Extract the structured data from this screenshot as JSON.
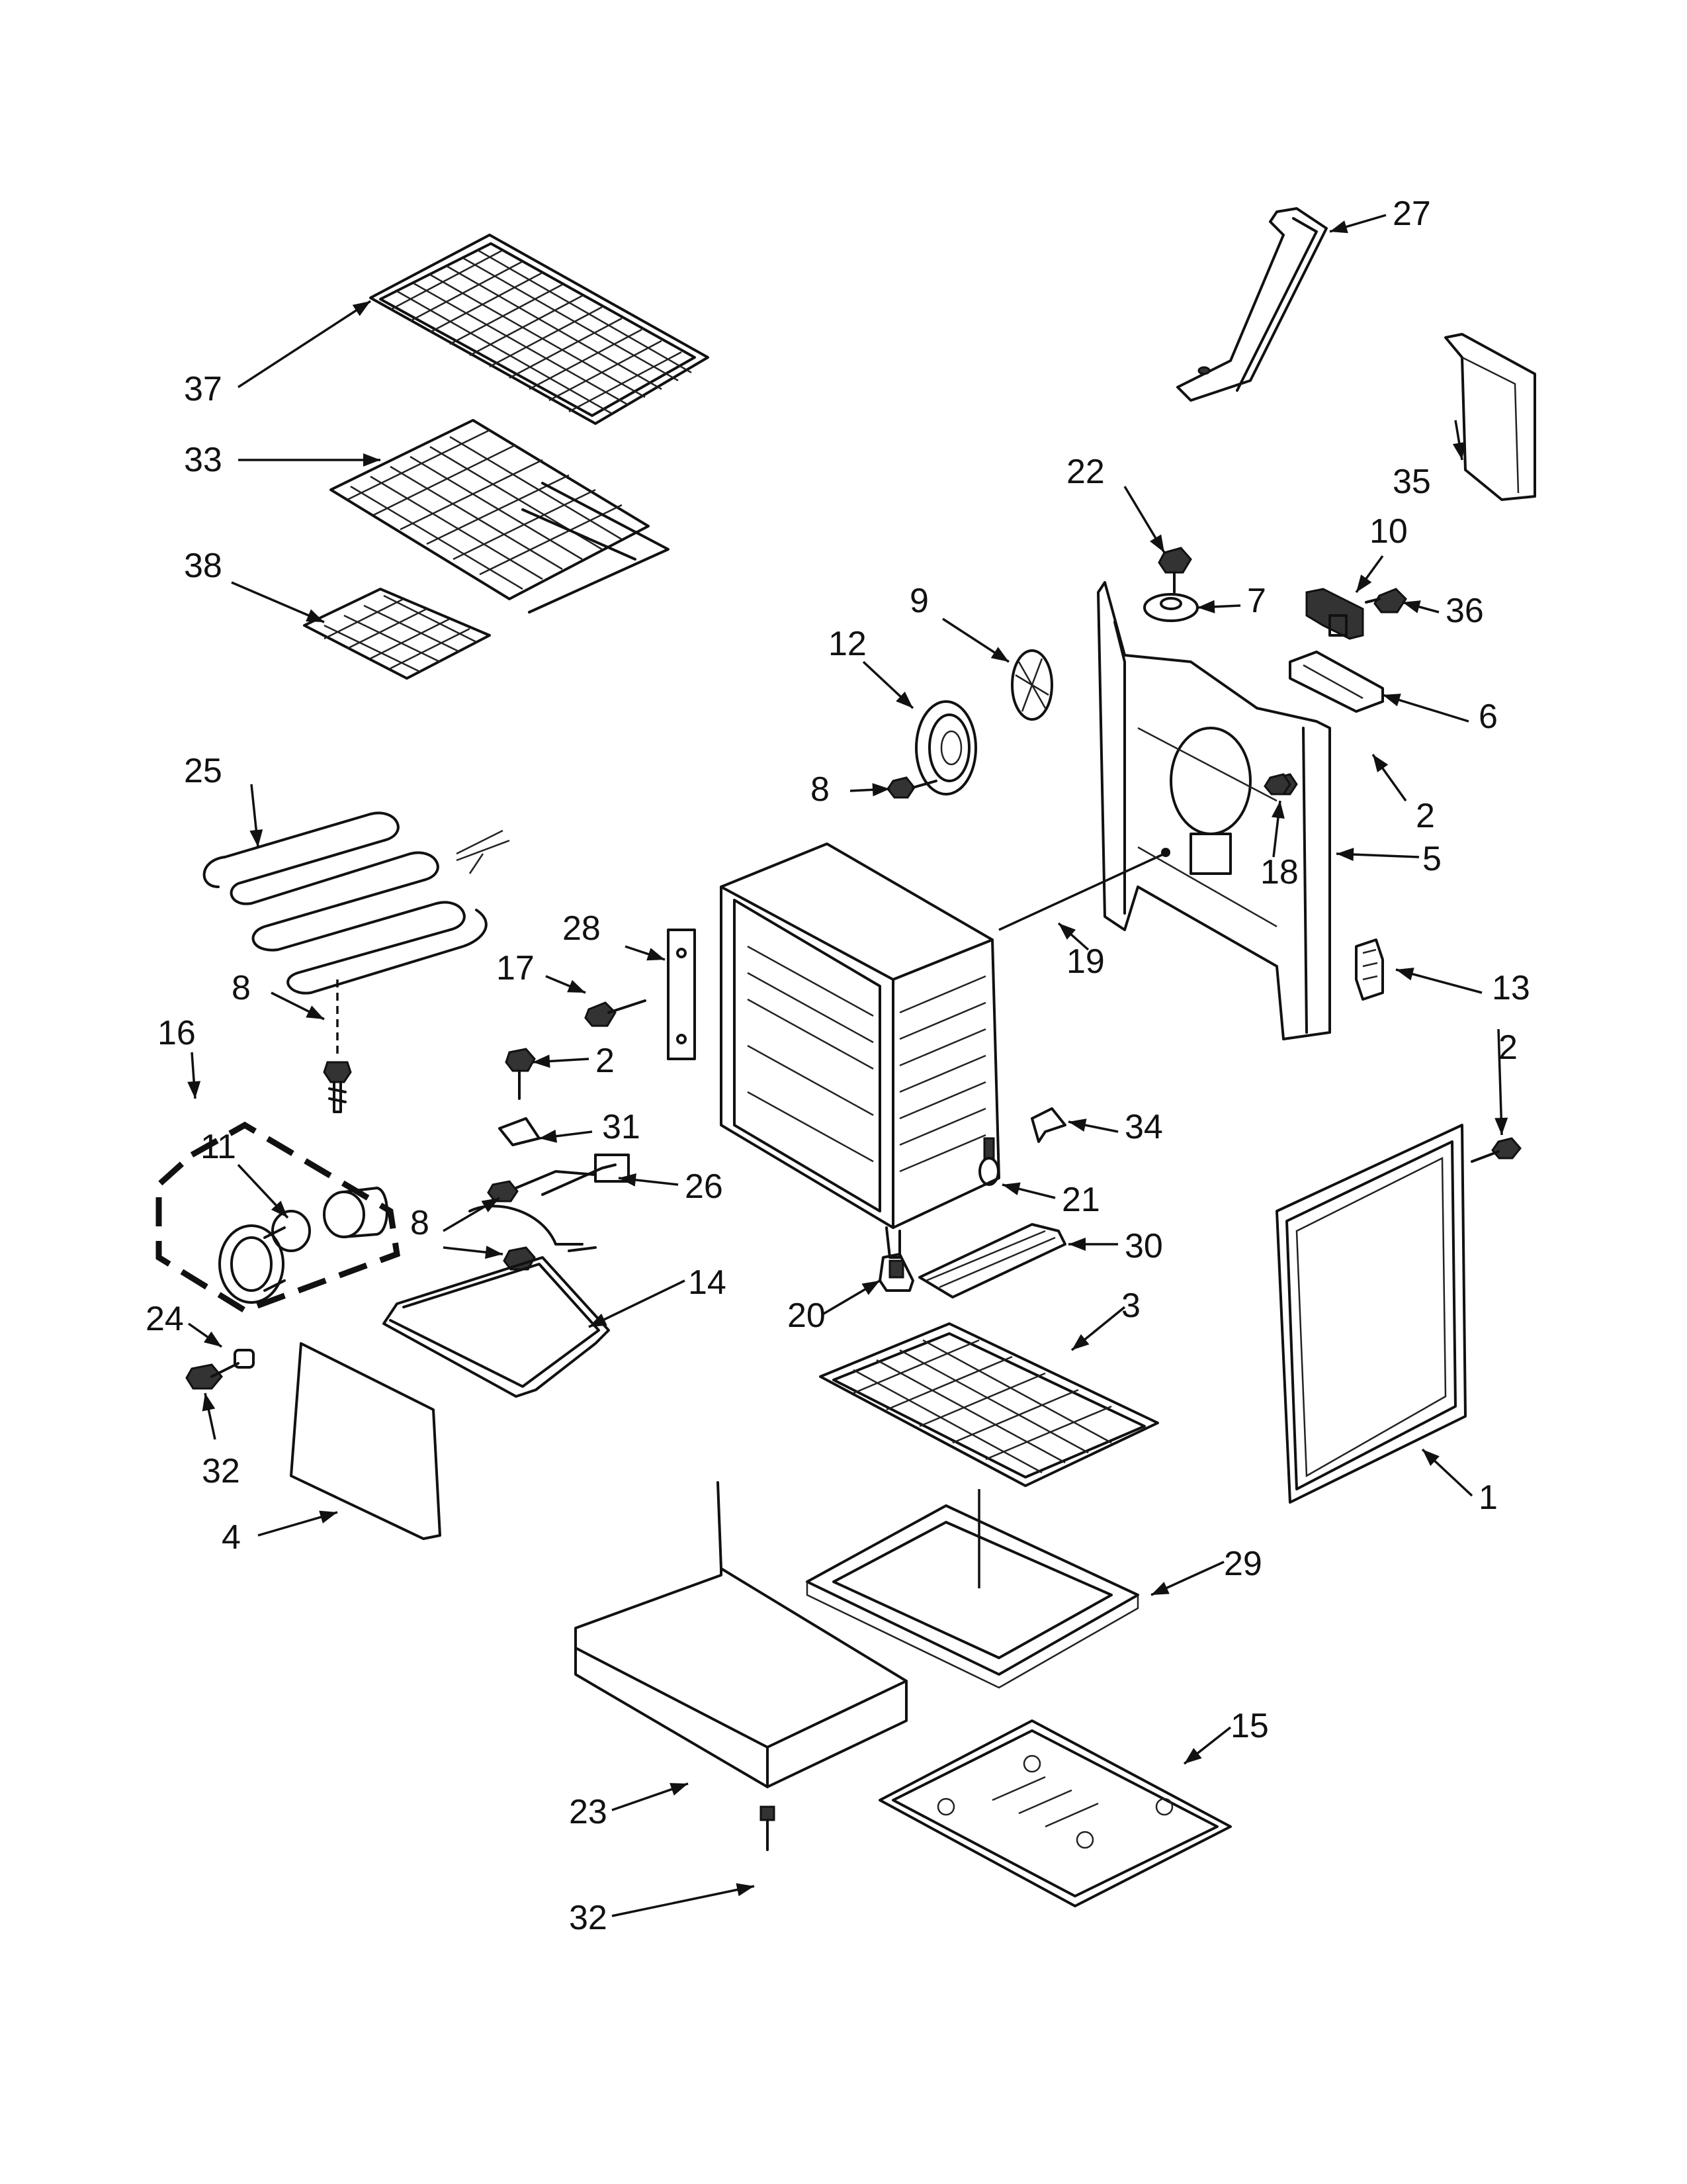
{
  "callouts": [
    {
      "id": "c37",
      "text": "37"
    },
    {
      "id": "c33",
      "text": "33"
    },
    {
      "id": "c38",
      "text": "38"
    },
    {
      "id": "c25",
      "text": "25"
    },
    {
      "id": "c8a",
      "text": "8"
    },
    {
      "id": "c16",
      "text": "16"
    },
    {
      "id": "c11",
      "text": "11"
    },
    {
      "id": "c24",
      "text": "24"
    },
    {
      "id": "c32a",
      "text": "32"
    },
    {
      "id": "c4",
      "text": "4"
    },
    {
      "id": "c28",
      "text": "28"
    },
    {
      "id": "c17",
      "text": "17"
    },
    {
      "id": "c2a",
      "text": "2"
    },
    {
      "id": "c31",
      "text": "31"
    },
    {
      "id": "c26",
      "text": "26"
    },
    {
      "id": "c8b",
      "text": "8"
    },
    {
      "id": "c14",
      "text": "14"
    },
    {
      "id": "c12",
      "text": "12"
    },
    {
      "id": "c9",
      "text": "9"
    },
    {
      "id": "c8c",
      "text": "8"
    },
    {
      "id": "c22",
      "text": "22"
    },
    {
      "id": "c7",
      "text": "7"
    },
    {
      "id": "c27",
      "text": "27"
    },
    {
      "id": "c35",
      "text": "35"
    },
    {
      "id": "c10",
      "text": "10"
    },
    {
      "id": "c36",
      "text": "36"
    },
    {
      "id": "c6",
      "text": "6"
    },
    {
      "id": "c2b",
      "text": "2"
    },
    {
      "id": "c18",
      "text": "18"
    },
    {
      "id": "c5",
      "text": "5"
    },
    {
      "id": "c19",
      "text": "19"
    },
    {
      "id": "c13",
      "text": "13"
    },
    {
      "id": "c2c",
      "text": "2"
    },
    {
      "id": "c34",
      "text": "34"
    },
    {
      "id": "c21",
      "text": "21"
    },
    {
      "id": "c30",
      "text": "30"
    },
    {
      "id": "c20",
      "text": "20"
    },
    {
      "id": "c3",
      "text": "3"
    },
    {
      "id": "c1",
      "text": "1"
    },
    {
      "id": "c29",
      "text": "29"
    },
    {
      "id": "c15",
      "text": "15"
    },
    {
      "id": "c23",
      "text": "23"
    },
    {
      "id": "c32b",
      "text": "32"
    }
  ]
}
